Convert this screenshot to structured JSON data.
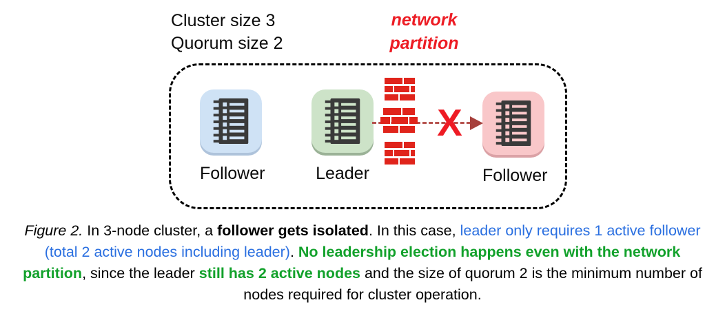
{
  "header": {
    "cluster_size_label": "Cluster size 3",
    "quorum_size_label": "Quorum size 2",
    "partition_label_line1": "network",
    "partition_label_line2": "partition"
  },
  "diagram": {
    "nodes": [
      {
        "label": "Follower",
        "role": "follower",
        "tile_color": "#cfe2f5"
      },
      {
        "label": "Leader",
        "role": "leader",
        "tile_color": "#cde3c8"
      },
      {
        "label": "Follower",
        "role": "isolated-follower",
        "tile_color": "#f9c7c9"
      }
    ],
    "x_mark": "X",
    "icons": {
      "server": "server-rack-icon",
      "wall": "brick-wall-icon",
      "arrow": "dashed-arrow-icon",
      "x": "x-mark-icon"
    },
    "colors": {
      "brick_red": "#e0241b",
      "x_red": "#ee1b24",
      "arrow_red": "#b5524e",
      "arrowhead_red": "#a6403c",
      "partition_text_red": "#ed1c24",
      "boundary_black": "#000000"
    }
  },
  "caption": {
    "colors": {
      "blue": "#2a6fe0",
      "green": "#12a12b"
    },
    "segments": [
      {
        "text": "Figure 2.",
        "style": "italic"
      },
      {
        "text": " In 3-node cluster, a ",
        "style": "plain"
      },
      {
        "text": "follower gets isolated",
        "style": "bold"
      },
      {
        "text": ". In this case, ",
        "style": "plain"
      },
      {
        "text": "leader only requires 1 active follower (total 2 active nodes including leader)",
        "style": "blue"
      },
      {
        "text": ". ",
        "style": "plain"
      },
      {
        "text": "No leadership election happens even with the network partition",
        "style": "green-bold"
      },
      {
        "text": ", since the leader ",
        "style": "plain"
      },
      {
        "text": "still has 2 active nodes",
        "style": "green-bold"
      },
      {
        "text": " and the size of quorum 2 is the minimum number of nodes required for cluster operation.",
        "style": "plain"
      }
    ]
  }
}
